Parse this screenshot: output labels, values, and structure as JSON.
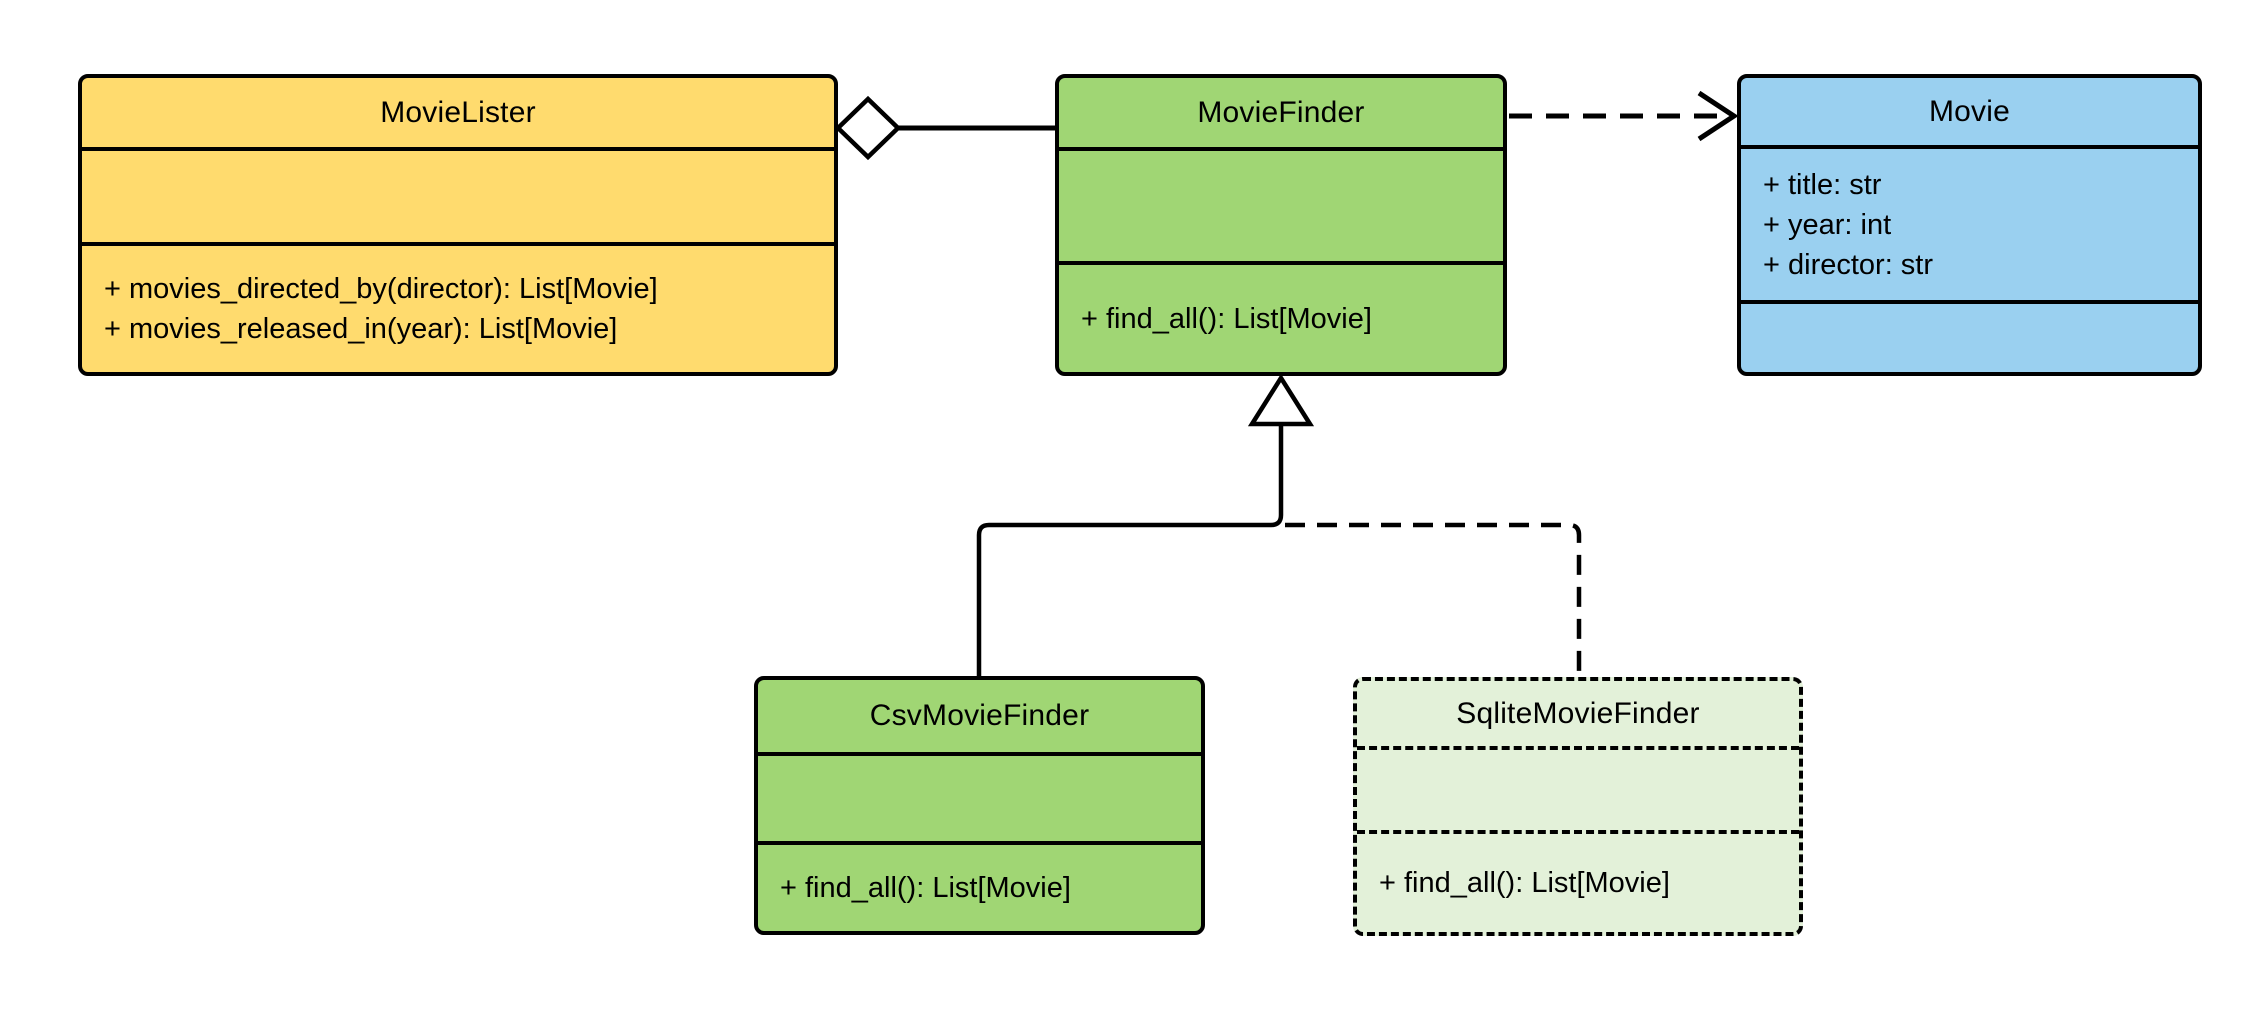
{
  "diagram": {
    "type": "uml-class-diagram",
    "background": "#FFFFFF",
    "stroke_color": "#000000",
    "colors": {
      "yellow": "#FFDB6E",
      "green": "#A0D674",
      "blue": "#9AD0F0",
      "light_green": "#E3F1D9"
    },
    "classes": [
      {
        "name": "MovieLister",
        "fill": "#FFDB6E",
        "border_style": "solid",
        "attributes": [],
        "methods": [
          "+ movies_directed_by(director): List[Movie]",
          "+ movies_released_in(year): List[Movie]"
        ]
      },
      {
        "name": "MovieFinder",
        "fill": "#A0D674",
        "border_style": "solid",
        "attributes": [],
        "methods": [
          "+ find_all(): List[Movie]"
        ]
      },
      {
        "name": "Movie",
        "fill": "#9AD0F0",
        "border_style": "solid",
        "attributes": [
          "+ title: str",
          "+ year: int",
          "+ director: str"
        ],
        "methods": []
      },
      {
        "name": "CsvMovieFinder",
        "fill": "#A0D674",
        "border_style": "solid",
        "attributes": [],
        "methods": [
          "+ find_all(): List[Movie]"
        ]
      },
      {
        "name": "SqliteMovieFinder",
        "fill": "#E3F1D9",
        "border_style": "dashed",
        "attributes": [],
        "methods": [
          "+ find_all(): List[Movie]"
        ]
      }
    ],
    "relationships": [
      {
        "type": "aggregation",
        "from": "MovieLister",
        "to": "MovieFinder",
        "line": "solid",
        "marker": "hollow-diamond"
      },
      {
        "type": "dependency",
        "from": "MovieFinder",
        "to": "Movie",
        "line": "dashed",
        "marker": "open-arrow"
      },
      {
        "type": "inheritance",
        "from": "CsvMovieFinder",
        "to": "MovieFinder",
        "line": "solid",
        "marker": "hollow-triangle"
      },
      {
        "type": "inheritance",
        "from": "SqliteMovieFinder",
        "to": "MovieFinder",
        "line": "dashed",
        "marker": "hollow-triangle"
      }
    ]
  }
}
